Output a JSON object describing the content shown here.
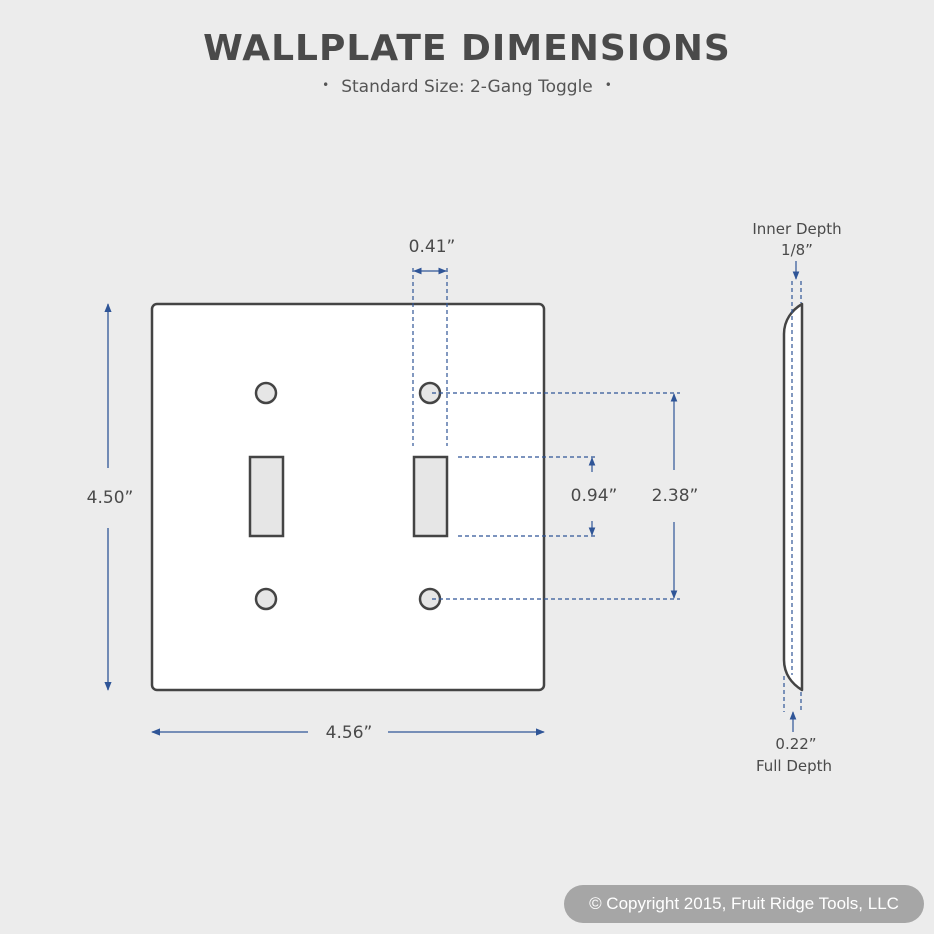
{
  "header": {
    "title": "WALLPLATE DIMENSIONS",
    "subtitle": "Standard Size: 2-Gang Toggle"
  },
  "dimensions": {
    "height": "4.50”",
    "width": "4.56”",
    "toggle_width": "0.41”",
    "toggle_height": "0.94”",
    "screw_spacing": "2.38”",
    "inner_depth_label": "Inner Depth",
    "inner_depth_value": "1/8”",
    "full_depth_value": "0.22”",
    "full_depth_label": "Full Depth"
  },
  "colors": {
    "dimension_line": "#2f5597",
    "outline": "#444444",
    "plate_fill": "#ffffff",
    "part_fill": "#e6e6e6",
    "background": "#ececec"
  },
  "footer": {
    "copyright": "© Copyright 2015, Fruit Ridge Tools, LLC"
  }
}
